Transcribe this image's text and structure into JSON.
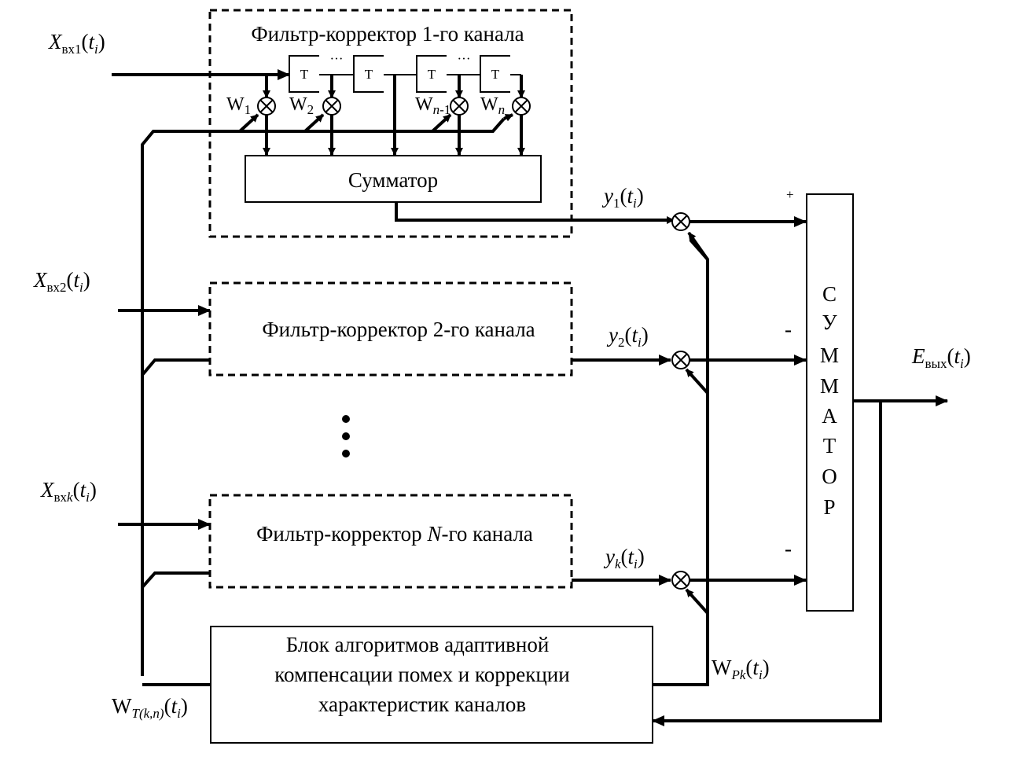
{
  "diagram": {
    "inputs": [
      {
        "base": "X",
        "sub": "вх1",
        "arg": "t",
        "argsub": "i"
      },
      {
        "base": "X",
        "sub": "вх2",
        "arg": "t",
        "argsub": "i"
      },
      {
        "base": "X",
        "sub": "вх",
        "subit": "k",
        "arg": "t",
        "argsub": "i"
      }
    ],
    "filter1": {
      "title": "Фильтр-корректор 1-го канала",
      "delay_label": "T",
      "ellipsis": "···",
      "weights": [
        {
          "base": "W",
          "sub": "1"
        },
        {
          "base": "W",
          "sub": "2"
        },
        {
          "base": "W",
          "subit": "n",
          "sub": "-1"
        },
        {
          "base": "W",
          "subit": "n"
        }
      ],
      "adder_label": "Сумматор"
    },
    "filter2": {
      "title": "Фильтр-корректор 2-го канала"
    },
    "filterN": {
      "title_pre": "Фильтр-корректор ",
      "title_it": "N",
      "title_post": "-го канала"
    },
    "outputs": [
      {
        "base": "y",
        "sub": "1",
        "arg": "t",
        "argsub": "i"
      },
      {
        "base": "y",
        "sub": "2",
        "arg": "t",
        "argsub": "i"
      },
      {
        "base": "y",
        "subit": "k",
        "arg": "t",
        "argsub": "i"
      }
    ],
    "signs": [
      "+",
      "-",
      "-"
    ],
    "main_adder": {
      "letters": [
        "С",
        "У",
        "М",
        "М",
        "А",
        "Т",
        "О",
        "Р"
      ]
    },
    "output": {
      "base": "E",
      "sub": "вых",
      "arg": "t",
      "argsub": "i"
    },
    "algo_block": {
      "lines": [
        "Блок алгоритмов адаптивной",
        "компенсации помех и коррекции",
        "характеристик каналов"
      ]
    },
    "wp_label": {
      "base": "W",
      "subit": "Pk",
      "arg": "t",
      "argsub": "i"
    },
    "wt_label": {
      "base": "W",
      "subit": "T(k,n)",
      "arg": "t",
      "argsub": "i"
    },
    "vdots": "⋮"
  }
}
